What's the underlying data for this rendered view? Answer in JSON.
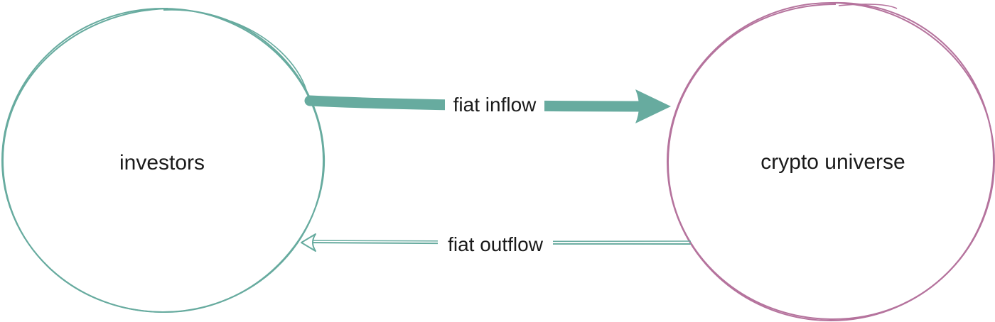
{
  "nodes": {
    "investors": {
      "label": "investors",
      "stroke_color": "#67ab9f"
    },
    "crypto_universe": {
      "label": "crypto universe",
      "stroke_color": "#b5739d"
    }
  },
  "edges": {
    "inflow": {
      "label": "fiat inflow",
      "color": "#67ab9f",
      "from": "investors",
      "to": "crypto universe"
    },
    "outflow": {
      "label": "fiat outflow",
      "color": "#67ab9f",
      "from": "crypto universe",
      "to": "investors"
    }
  }
}
